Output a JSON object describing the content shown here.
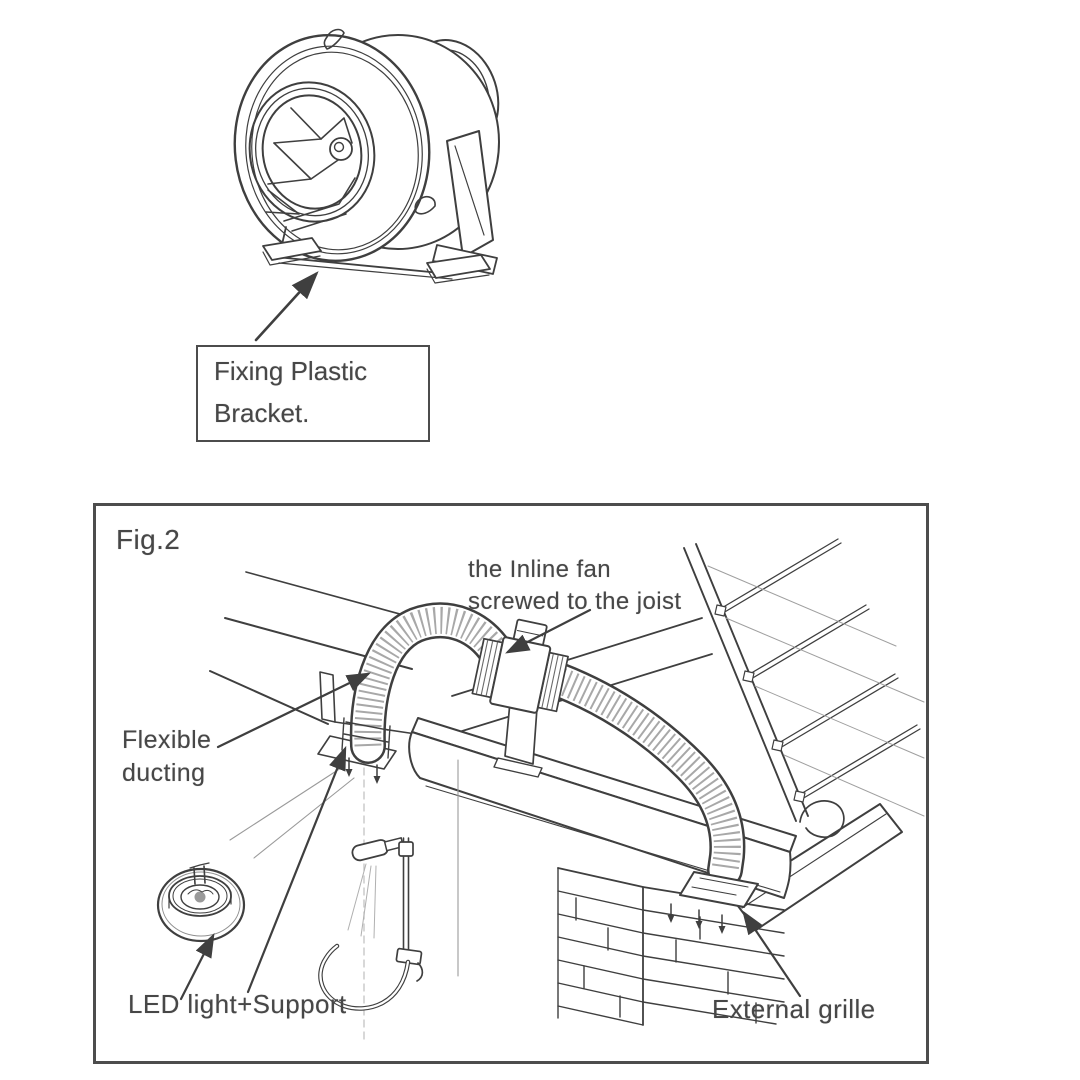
{
  "colors": {
    "ink": "#3f3f3f",
    "ink_light": "#9a9a9a",
    "paper": "#ffffff"
  },
  "top_illustration": {
    "callout": {
      "line1": "Fixing Plastic",
      "line2": "Bracket."
    }
  },
  "figure": {
    "caption": "Fig.2",
    "labels": {
      "inline_fan_line1": "the Inline fan",
      "inline_fan_line2": "screwed to the joist",
      "flexible_ducting_line1": "Flexible",
      "flexible_ducting_line2": "ducting",
      "led_light": "LED light+Support",
      "external_grille": "External grille"
    }
  }
}
